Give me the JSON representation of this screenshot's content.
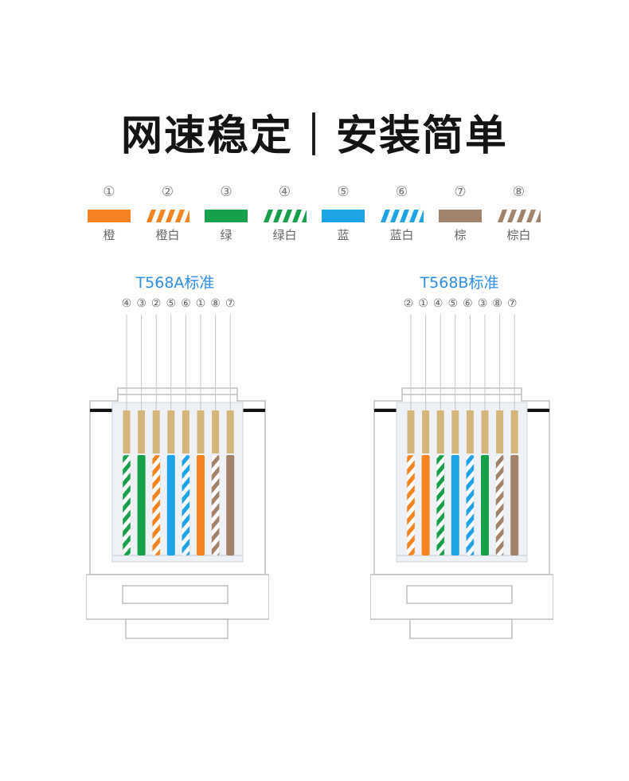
{
  "headline": "网速稳定｜安装简单",
  "colors": {
    "orange": "#f6831f",
    "green": "#16a04a",
    "blue": "#1ea4e6",
    "brown": "#a3826a",
    "white": "#ffffff",
    "pin_gold": "#d5b67a",
    "title_blue": "#2f8ee5",
    "outline": "#bfbfbf",
    "body_fill": "#eef1f5"
  },
  "legend": [
    {
      "num": "①",
      "name": "橙",
      "color": "orange",
      "striped": false
    },
    {
      "num": "②",
      "name": "橙白",
      "color": "orange",
      "striped": true
    },
    {
      "num": "③",
      "name": "绿",
      "color": "green",
      "striped": false
    },
    {
      "num": "④",
      "name": "绿白",
      "color": "green",
      "striped": true
    },
    {
      "num": "⑤",
      "name": "蓝",
      "color": "blue",
      "striped": false
    },
    {
      "num": "⑥",
      "name": "蓝白",
      "color": "blue",
      "striped": true
    },
    {
      "num": "⑦",
      "name": "棕",
      "color": "brown",
      "striped": false
    },
    {
      "num": "⑧",
      "name": "棕白",
      "color": "brown",
      "striped": true
    }
  ],
  "standards": [
    {
      "title": "T568A标准",
      "order": [
        "④",
        "③",
        "②",
        "⑤",
        "⑥",
        "①",
        "⑧",
        "⑦"
      ]
    },
    {
      "title": "T568B标准",
      "order": [
        "②",
        "①",
        "④",
        "⑤",
        "⑥",
        "③",
        "⑧",
        "⑦"
      ]
    }
  ]
}
